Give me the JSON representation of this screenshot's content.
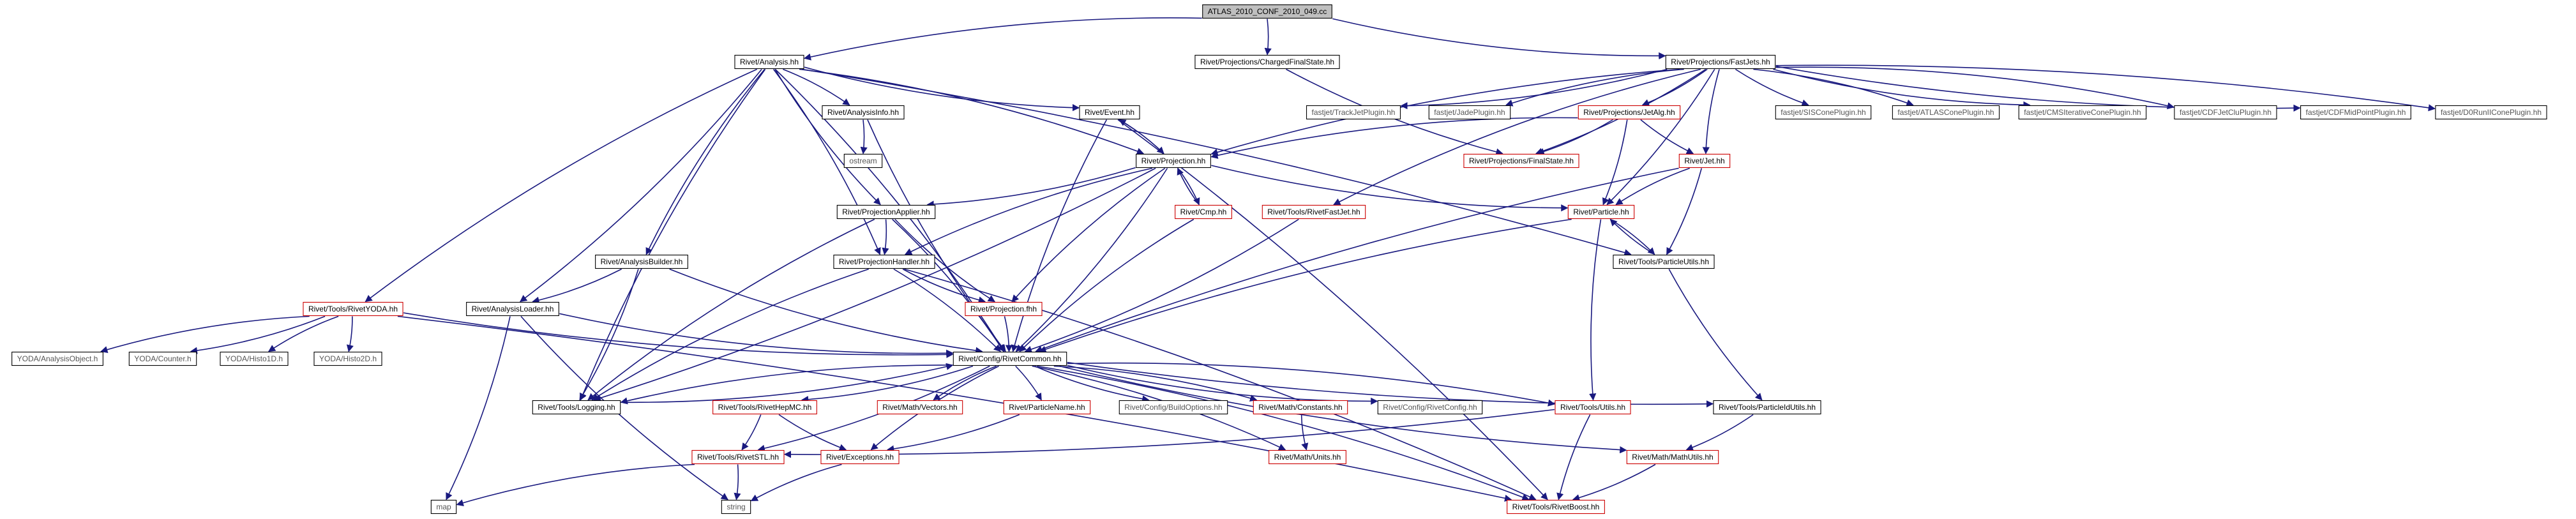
{
  "graph": {
    "nodes": [
      {
        "id": "root",
        "label": "ATLAS_2010_CONF_2010_049.cc",
        "kind": "root"
      },
      {
        "id": "analysis",
        "label": "Rivet/Analysis.hh",
        "kind": "normal"
      },
      {
        "id": "chargedfs",
        "label": "Rivet/Projections/ChargedFinalState.hh",
        "kind": "normal"
      },
      {
        "id": "fastjets",
        "label": "Rivet/Projections/FastJets.hh",
        "kind": "normal"
      },
      {
        "id": "analysisinfo",
        "label": "Rivet/AnalysisInfo.hh",
        "kind": "normal"
      },
      {
        "id": "ostream",
        "label": "ostream",
        "kind": "plain"
      },
      {
        "id": "event",
        "label": "Rivet/Event.hh",
        "kind": "normal"
      },
      {
        "id": "trackjet",
        "label": "fastjet/TrackJetPlugin.hh",
        "kind": "plain"
      },
      {
        "id": "jade",
        "label": "fastjet/JadePlugin.hh",
        "kind": "plain"
      },
      {
        "id": "jetalg",
        "label": "Rivet/Projections/JetAlg.hh",
        "kind": "red"
      },
      {
        "id": "siscone",
        "label": "fastjet/SISConePlugin.hh",
        "kind": "plain"
      },
      {
        "id": "atlascone",
        "label": "fastjet/ATLASConePlugin.hh",
        "kind": "plain"
      },
      {
        "id": "cmsiter",
        "label": "fastjet/CMSIterativeConePlugin.hh",
        "kind": "plain"
      },
      {
        "id": "cdfjetclu",
        "label": "fastjet/CDFJetCluPlugin.hh",
        "kind": "plain"
      },
      {
        "id": "cdfmidpoint",
        "label": "fastjet/CDFMidPointPlugin.hh",
        "kind": "plain"
      },
      {
        "id": "d0run",
        "label": "fastjet/D0RunIIConePlugin.hh",
        "kind": "plain"
      },
      {
        "id": "projection",
        "label": "Rivet/Projection.hh",
        "kind": "normal"
      },
      {
        "id": "finalstate",
        "label": "Rivet/Projections/FinalState.hh",
        "kind": "red"
      },
      {
        "id": "jet",
        "label": "Rivet/Jet.hh",
        "kind": "red"
      },
      {
        "id": "projapplier",
        "label": "Rivet/ProjectionApplier.hh",
        "kind": "normal"
      },
      {
        "id": "cmp",
        "label": "Rivet/Cmp.hh",
        "kind": "red"
      },
      {
        "id": "rivetfastjet",
        "label": "Rivet/Tools/RivetFastJet.hh",
        "kind": "red"
      },
      {
        "id": "particle",
        "label": "Rivet/Particle.hh",
        "kind": "red"
      },
      {
        "id": "analysisbuilder",
        "label": "Rivet/AnalysisBuilder.hh",
        "kind": "normal"
      },
      {
        "id": "projhandler",
        "label": "Rivet/ProjectionHandler.hh",
        "kind": "normal"
      },
      {
        "id": "particleutils",
        "label": "Rivet/Tools/ParticleUtils.hh",
        "kind": "normal"
      },
      {
        "id": "rivetyoda",
        "label": "Rivet/Tools/RivetYODA.hh",
        "kind": "red"
      },
      {
        "id": "analysisloader",
        "label": "Rivet/AnalysisLoader.hh",
        "kind": "normal"
      },
      {
        "id": "projectionfhh",
        "label": "Rivet/Projection.fhh",
        "kind": "red"
      },
      {
        "id": "yodaobj",
        "label": "YODA/AnalysisObject.h",
        "kind": "plain"
      },
      {
        "id": "yodacounter",
        "label": "YODA/Counter.h",
        "kind": "plain"
      },
      {
        "id": "yodahisto1d",
        "label": "YODA/Histo1D.h",
        "kind": "plain"
      },
      {
        "id": "yodahisto2d",
        "label": "YODA/Histo2D.h",
        "kind": "plain"
      },
      {
        "id": "rivetcommon",
        "label": "Rivet/Config/RivetCommon.hh",
        "kind": "normal"
      },
      {
        "id": "logging",
        "label": "Rivet/Tools/Logging.hh",
        "kind": "normal"
      },
      {
        "id": "rivethepmc",
        "label": "Rivet/Tools/RivetHepMC.hh",
        "kind": "red"
      },
      {
        "id": "vectors",
        "label": "Rivet/Math/Vectors.hh",
        "kind": "red"
      },
      {
        "id": "particlename",
        "label": "Rivet/ParticleName.hh",
        "kind": "red"
      },
      {
        "id": "buildoptions",
        "label": "Rivet/Config/BuildOptions.hh",
        "kind": "plain"
      },
      {
        "id": "constants",
        "label": "Rivet/Math/Constants.hh",
        "kind": "red"
      },
      {
        "id": "rivetconfig",
        "label": "Rivet/Config/RivetConfig.hh",
        "kind": "plain"
      },
      {
        "id": "utils",
        "label": "Rivet/Tools/Utils.hh",
        "kind": "red"
      },
      {
        "id": "particleidutils",
        "label": "Rivet/Tools/ParticleIdUtils.hh",
        "kind": "normal"
      },
      {
        "id": "rivetstl",
        "label": "Rivet/Tools/RivetSTL.hh",
        "kind": "red"
      },
      {
        "id": "exceptions",
        "label": "Rivet/Exceptions.hh",
        "kind": "red"
      },
      {
        "id": "units",
        "label": "Rivet/Math/Units.hh",
        "kind": "red"
      },
      {
        "id": "mathutils",
        "label": "Rivet/Math/MathUtils.hh",
        "kind": "red"
      },
      {
        "id": "map",
        "label": "map",
        "kind": "plain"
      },
      {
        "id": "string",
        "label": "string",
        "kind": "plain"
      },
      {
        "id": "rivetboost",
        "label": "Rivet/Tools/RivetBoost.hh",
        "kind": "red"
      }
    ],
    "edges": [
      [
        "root",
        "analysis"
      ],
      [
        "root",
        "chargedfs"
      ],
      [
        "root",
        "fastjets"
      ],
      [
        "analysis",
        "analysisinfo"
      ],
      [
        "analysis",
        "event"
      ],
      [
        "analysis",
        "projection"
      ],
      [
        "analysis",
        "projapplier"
      ],
      [
        "analysis",
        "projhandler"
      ],
      [
        "analysis",
        "analysisbuilder"
      ],
      [
        "analysis",
        "analysisloader"
      ],
      [
        "analysis",
        "rivetyoda"
      ],
      [
        "analysis",
        "rivetcommon"
      ],
      [
        "analysis",
        "logging"
      ],
      [
        "analysis",
        "particleutils"
      ],
      [
        "chargedfs",
        "finalstate"
      ],
      [
        "fastjets",
        "trackjet"
      ],
      [
        "fastjets",
        "jade"
      ],
      [
        "fastjets",
        "jetalg"
      ],
      [
        "fastjets",
        "siscone"
      ],
      [
        "fastjets",
        "atlascone"
      ],
      [
        "fastjets",
        "cmsiter"
      ],
      [
        "fastjets",
        "cdfjetclu"
      ],
      [
        "fastjets",
        "cdfmidpoint"
      ],
      [
        "fastjets",
        "d0run"
      ],
      [
        "fastjets",
        "projection"
      ],
      [
        "fastjets",
        "finalstate"
      ],
      [
        "fastjets",
        "jet"
      ],
      [
        "fastjets",
        "particle"
      ],
      [
        "fastjets",
        "rivetfastjet"
      ],
      [
        "analysisinfo",
        "ostream"
      ],
      [
        "analysisinfo",
        "rivetcommon"
      ],
      [
        "event",
        "projection"
      ],
      [
        "event",
        "rivetcommon"
      ],
      [
        "event",
        "rivetboost"
      ],
      [
        "jetalg",
        "projection"
      ],
      [
        "jetalg",
        "finalstate"
      ],
      [
        "jetalg",
        "jet"
      ],
      [
        "jetalg",
        "particle"
      ],
      [
        "projection",
        "event"
      ],
      [
        "projection",
        "projapplier"
      ],
      [
        "projection",
        "projhandler"
      ],
      [
        "projection",
        "cmp"
      ],
      [
        "projection",
        "particle"
      ],
      [
        "projection",
        "rivetcommon"
      ],
      [
        "projection",
        "projectionfhh"
      ],
      [
        "projection",
        "logging"
      ],
      [
        "jet",
        "particle"
      ],
      [
        "jet",
        "particleutils"
      ],
      [
        "jet",
        "rivetcommon"
      ],
      [
        "projapplier",
        "projhandler"
      ],
      [
        "projapplier",
        "projectionfhh"
      ],
      [
        "projapplier",
        "rivetcommon"
      ],
      [
        "projapplier",
        "logging"
      ],
      [
        "cmp",
        "projection"
      ],
      [
        "cmp",
        "rivetcommon"
      ],
      [
        "rivetfastjet",
        "rivetcommon"
      ],
      [
        "particle",
        "rivetcommon"
      ],
      [
        "particle",
        "particleutils"
      ],
      [
        "particle",
        "utils"
      ],
      [
        "particleutils",
        "particle"
      ],
      [
        "particleutils",
        "particleidutils"
      ],
      [
        "analysisbuilder",
        "analysisloader"
      ],
      [
        "analysisbuilder",
        "rivetcommon"
      ],
      [
        "analysisbuilder",
        "logging"
      ],
      [
        "projhandler",
        "projectionfhh"
      ],
      [
        "projhandler",
        "rivetcommon"
      ],
      [
        "projhandler",
        "logging"
      ],
      [
        "projhandler",
        "rivetboost"
      ],
      [
        "rivetyoda",
        "yodaobj"
      ],
      [
        "rivetyoda",
        "yodacounter"
      ],
      [
        "rivetyoda",
        "yodahisto1d"
      ],
      [
        "rivetyoda",
        "yodahisto2d"
      ],
      [
        "rivetyoda",
        "rivetcommon"
      ],
      [
        "rivetyoda",
        "rivetboost"
      ],
      [
        "analysisloader",
        "rivetcommon"
      ],
      [
        "analysisloader",
        "map"
      ],
      [
        "analysisloader",
        "string"
      ],
      [
        "projectionfhh",
        "rivetcommon"
      ],
      [
        "rivetcommon",
        "logging"
      ],
      [
        "rivetcommon",
        "rivethepmc"
      ],
      [
        "rivetcommon",
        "vectors"
      ],
      [
        "rivetcommon",
        "particlename"
      ],
      [
        "rivetcommon",
        "buildoptions"
      ],
      [
        "rivetcommon",
        "constants"
      ],
      [
        "rivetcommon",
        "rivetconfig"
      ],
      [
        "rivetcommon",
        "utils"
      ],
      [
        "rivetcommon",
        "particleidutils"
      ],
      [
        "rivetcommon",
        "rivetstl"
      ],
      [
        "rivetcommon",
        "exceptions"
      ],
      [
        "rivetcommon",
        "units"
      ],
      [
        "rivetcommon",
        "mathutils"
      ],
      [
        "rivetcommon",
        "rivetboost"
      ],
      [
        "logging",
        "rivetcommon"
      ],
      [
        "rivethepmc",
        "rivetstl"
      ],
      [
        "rivethepmc",
        "exceptions"
      ],
      [
        "particlename",
        "exceptions"
      ],
      [
        "constants",
        "units"
      ],
      [
        "utils",
        "rivetstl"
      ],
      [
        "utils",
        "rivetboost"
      ],
      [
        "particleidutils",
        "mathutils"
      ],
      [
        "rivetstl",
        "map"
      ],
      [
        "rivetstl",
        "string"
      ],
      [
        "exceptions",
        "string"
      ],
      [
        "mathutils",
        "rivetboost"
      ]
    ]
  }
}
